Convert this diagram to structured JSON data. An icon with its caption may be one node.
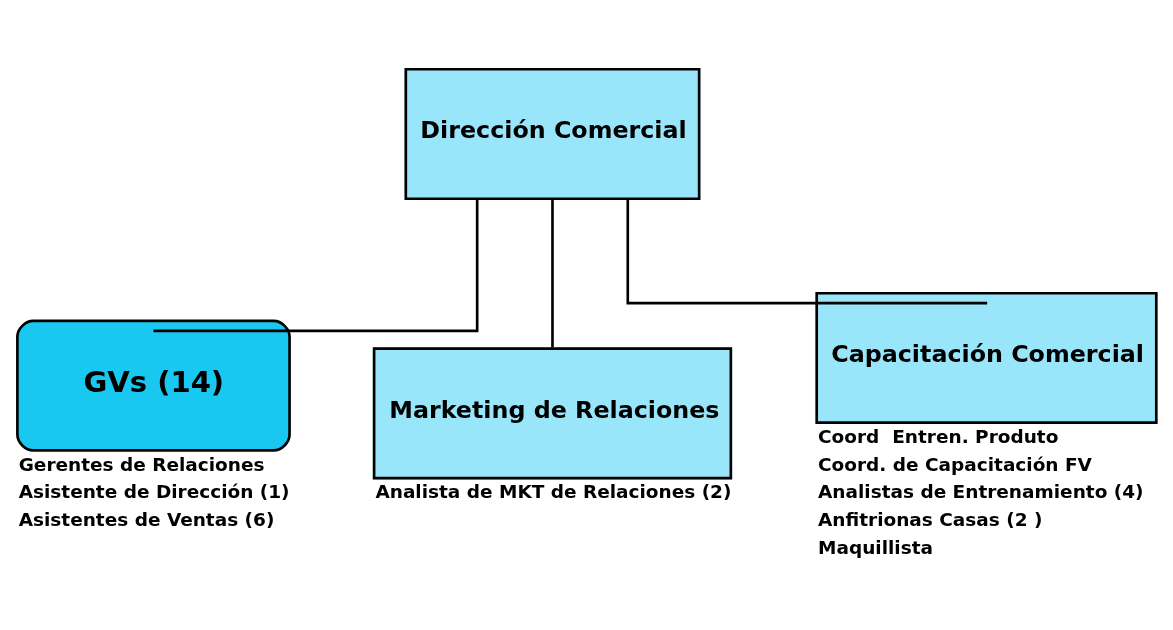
{
  "diagram": {
    "nodes": [
      {
        "text": [
          "Dirección Comercial"
        ]
      },
      {
        "text": [
          "GVs (14)"
        ],
        "beside": [
          "Gerentes de Relaciones",
          "Asistente de Dirección (1)",
          "Asistentes de Ventas (6)"
        ]
      },
      {
        "text": [
          "Marketing de Relaciones"
        ],
        "beside": [
          "Analista de MKT de Relaciones (2)"
        ]
      },
      {
        "text": [
          "Capacitación Comercial"
        ],
        "beside": [
          "Coord  Entren. Produto",
          "Coord. de Capacitación FV",
          "Analistas de Entrenamiento (4)",
          "Anfitrionas Casas (2 )",
          "Maquillista"
        ]
      }
    ],
    "edges": [
      {
        "from": 0,
        "to": 1,
        "arrow": "none"
      },
      {
        "from": 0,
        "to": 2,
        "arrow": "none"
      },
      {
        "from": 0,
        "to": 3,
        "arrow": "none"
      }
    ]
  }
}
